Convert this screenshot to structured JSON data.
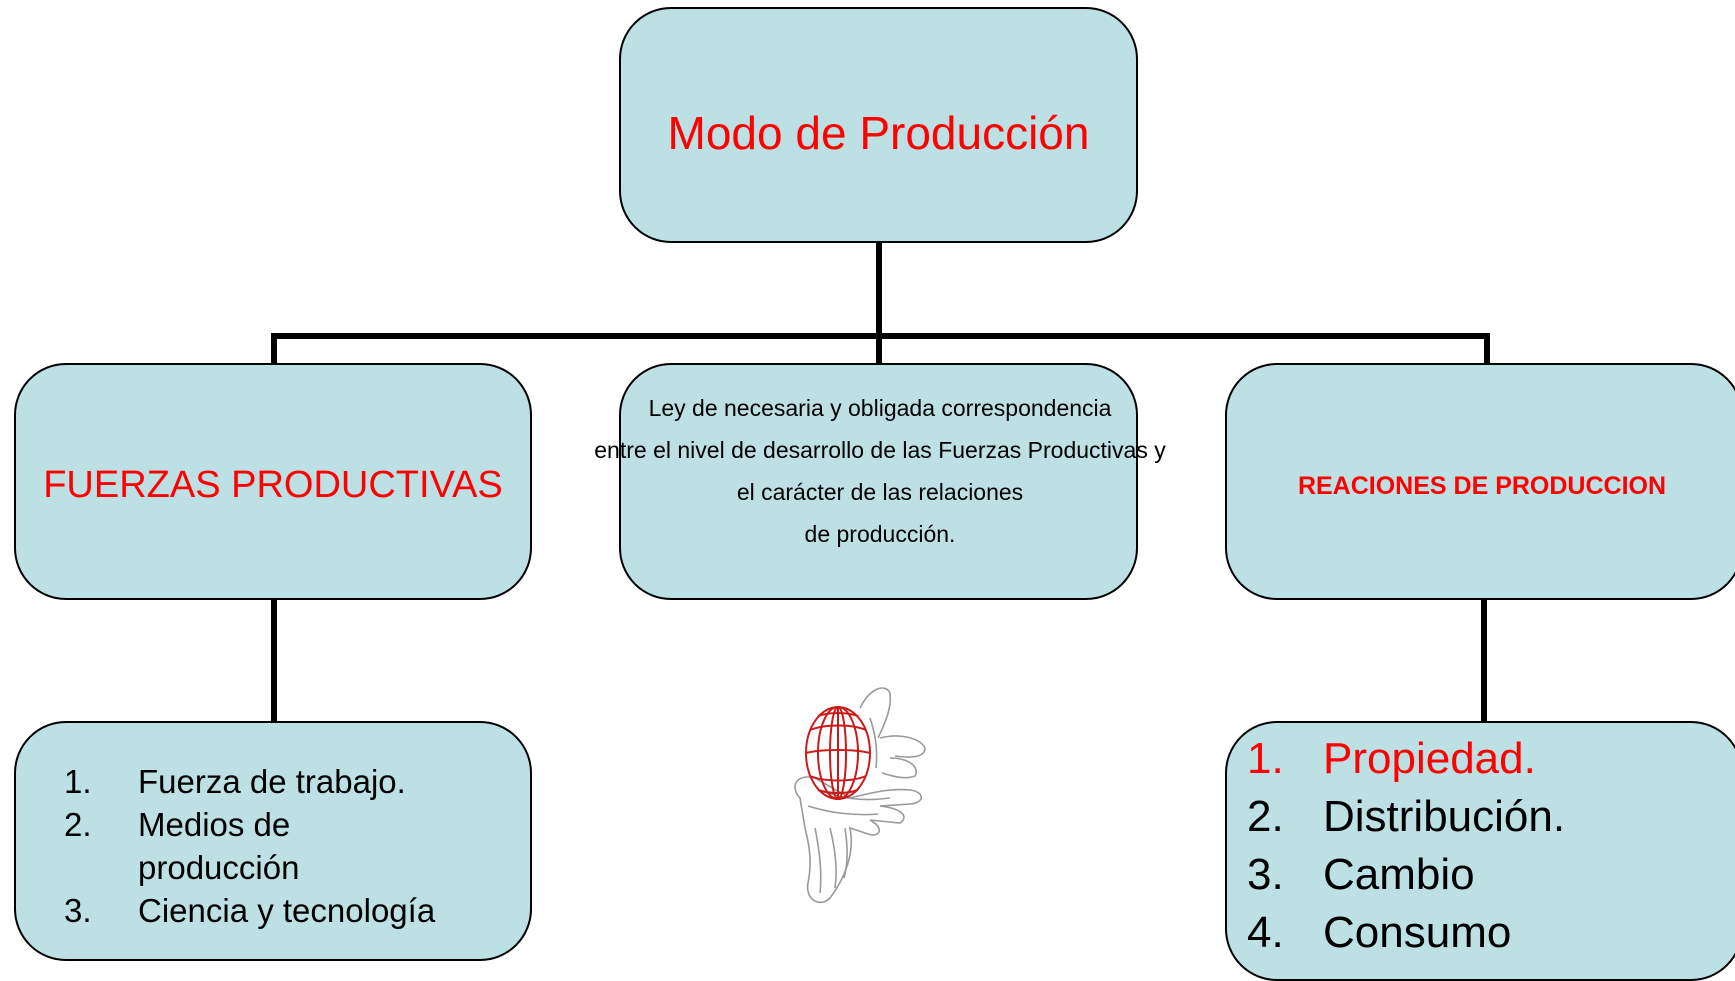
{
  "top": {
    "title": "Modo de Producción"
  },
  "left": {
    "title": "FUERZAS PRODUCTIVAS"
  },
  "center": {
    "lines": [
      "Ley de necesaria y obligada correspondencia",
      "entre el nivel de desarrollo de las Fuerzas Productivas y",
      "el carácter de las relaciones",
      "de producción."
    ]
  },
  "right": {
    "title": "REACIONES DE PRODUCCION"
  },
  "bottom_left": {
    "items": [
      {
        "num": "1.",
        "text": "Fuerza de trabajo."
      },
      {
        "num": "2.",
        "text": "Medios de producción"
      },
      {
        "num": "3.",
        "text": "Ciencia y tecnología"
      }
    ]
  },
  "bottom_right": {
    "items": [
      {
        "num": "1.",
        "text": "Propiedad."
      },
      {
        "num": "2.",
        "text": "Distribución."
      },
      {
        "num": "3.",
        "text": "Cambio"
      },
      {
        "num": "4.",
        "text": "Consumo"
      }
    ]
  },
  "colors": {
    "box_fill": "#bde0e5",
    "accent_red": "#ff0000",
    "line": "#000000"
  },
  "image": {
    "icon": "hands-holding-globe-icon"
  }
}
